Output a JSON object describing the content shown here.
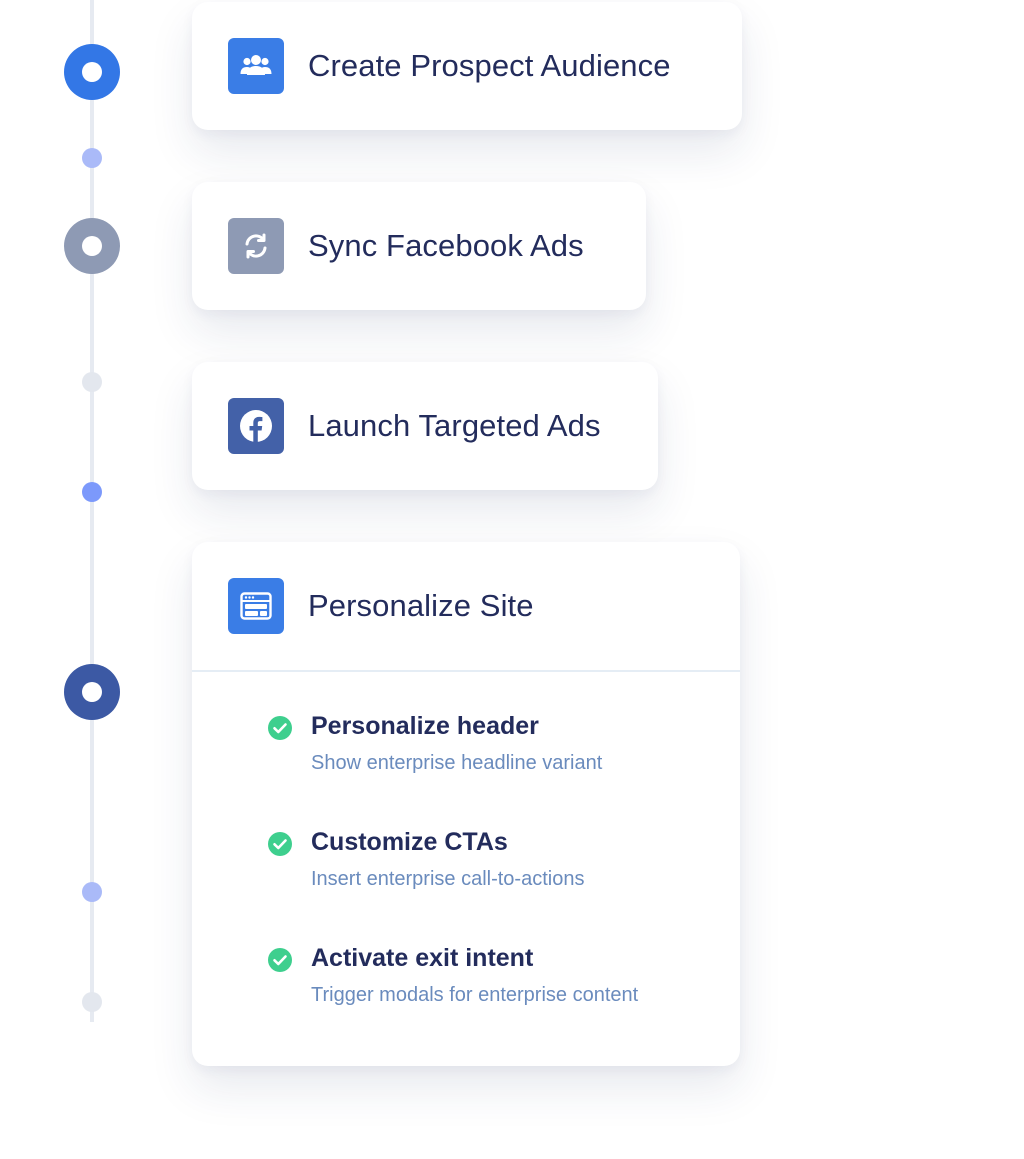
{
  "colors": {
    "timeline_line": "#e6eaf1",
    "node_active_blue": "#3377e6",
    "node_gray": "#8e9ab4",
    "node_navy": "#3c59a4",
    "dot_light_blue": "#aabaf8",
    "dot_gray": "#e3e7ee",
    "dot_mid_blue": "#7c99fb",
    "icon_blue": "#3a7de6",
    "icon_gray": "#8e9ab4",
    "icon_facebook": "#4361a8",
    "title_text": "#232c5c",
    "subtitle_text": "#6a8bbd",
    "check_green": "#3ecf8e"
  },
  "steps": [
    {
      "title": "Create Prospect Audience",
      "icon": "users-icon"
    },
    {
      "title": "Sync Facebook Ads",
      "icon": "sync-icon"
    },
    {
      "title": "Launch Targeted Ads",
      "icon": "facebook-icon"
    },
    {
      "title": "Personalize Site",
      "icon": "browser-layout-icon",
      "tasks": [
        {
          "title": "Personalize header",
          "subtitle": "Show enterprise headline variant",
          "icon": "check-circle-icon"
        },
        {
          "title": "Customize CTAs",
          "subtitle": "Insert enterprise call-to-actions",
          "icon": "check-circle-icon"
        },
        {
          "title": "Activate exit intent",
          "subtitle": "Trigger modals for enterprise content",
          "icon": "check-circle-icon"
        }
      ]
    }
  ]
}
